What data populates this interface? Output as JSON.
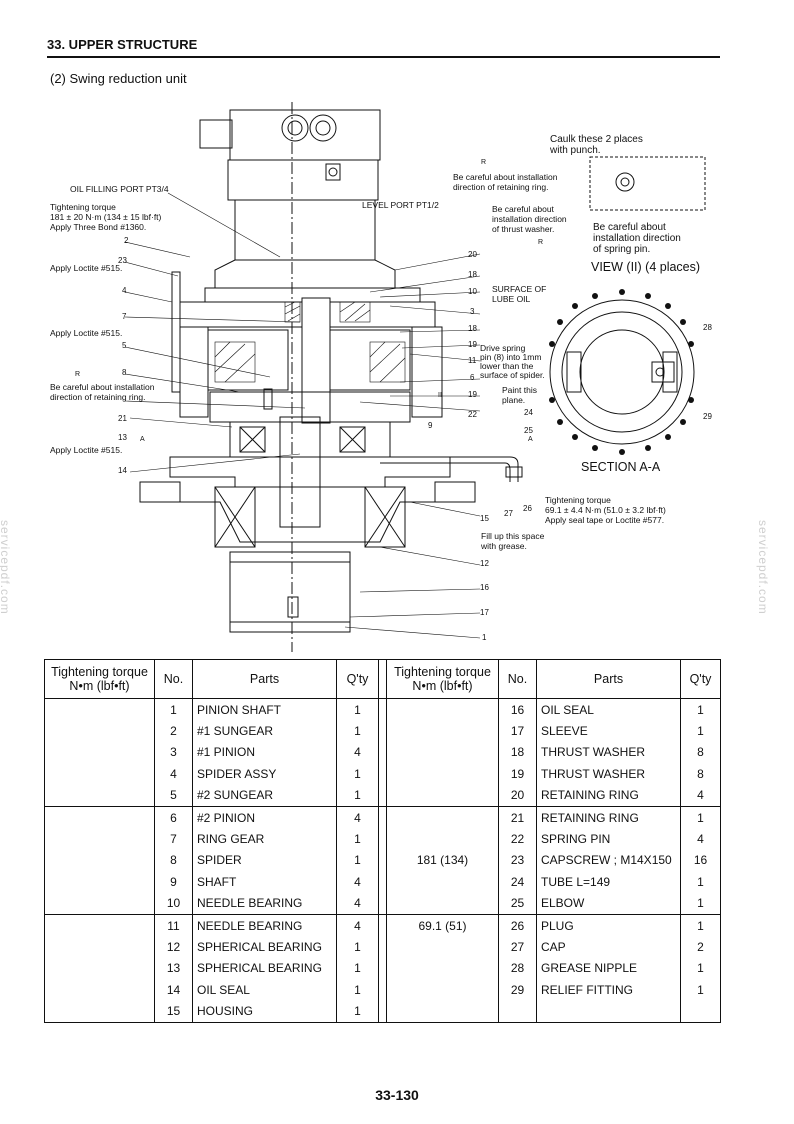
{
  "header": {
    "title": "33. UPPER STRUCTURE"
  },
  "subtitle": "(2)  Swing reduction unit",
  "diagram": {
    "labels": {
      "oil_fill": "OIL FILLING PORT PT3/4",
      "torque1_l1": "Tightening torque",
      "torque1_l2": "181 ± 20 N·m (134 ± 15 lbf·ft)",
      "torque1_l3": "Apply Three Bond #1360.",
      "level_port": "LEVEL PORT PT1/2",
      "careful_ret1_l1": "Be careful about installation",
      "careful_ret1_l2": "direction of retaining ring.",
      "careful_thrust_l1": "Be careful about",
      "careful_thrust_l2": "installation direction",
      "careful_thrust_l3": "of thrust washer.",
      "caulk_l1": "Caulk these 2 places",
      "caulk_l2": "with punch.",
      "careful_spring_l1": "Be careful about",
      "careful_spring_l2": "installation direction",
      "careful_spring_l3": "of spring pin.",
      "view": "VIEW (II) (4 places)",
      "loctite1": "Apply Loctite #515.",
      "loctite2": "Apply Loctite #515.",
      "loctite3": "Apply Loctite #515.",
      "careful_ret2_l1": "Be careful about installation",
      "careful_ret2_l2": "direction of retaining ring.",
      "surface_l1": "SURFACE OF",
      "surface_l2": "LUBE OIL",
      "drive_l1": "Drive spring",
      "drive_l2": "pin (8) into 1mm",
      "drive_l3": "lower than the",
      "drive_l4": "surface of spider.",
      "paint_l1": "Paint this",
      "paint_l2": "plane.",
      "section": "SECTION A-A",
      "torque2_l1": "Tightening torque",
      "torque2_l2": "69.1 ± 4.4 N·m (51.0 ± 3.2 lbf·ft)",
      "torque2_l3": "Apply seal tape or Loctite #577.",
      "fill_l1": "Fill up this space",
      "fill_l2": "with grease.",
      "mark_r1": "R",
      "mark_r2": "R",
      "mark_r3": "R",
      "mark_a1": "A",
      "mark_a2": "A",
      "mark_ii": "II"
    },
    "numbers": {
      "n2": "2",
      "n23": "23",
      "n4": "4",
      "n7": "7",
      "n5": "5",
      "n8": "8",
      "n21": "21",
      "n13": "13",
      "n14": "14",
      "n20": "20",
      "n18a": "18",
      "n10": "10",
      "n3": "3",
      "n18b": "18",
      "n19a": "19",
      "n11": "11",
      "n6": "6",
      "n19b": "19",
      "n22": "22",
      "n9": "9",
      "n24": "24",
      "n25": "25",
      "n26": "26",
      "n27": "27",
      "n15": "15",
      "n12": "12",
      "n16": "16",
      "n17": "17",
      "n1": "1",
      "n28": "28",
      "n29": "29"
    }
  },
  "watermark": "servicepdf.com",
  "table": {
    "headers": {
      "torque_l1": "Tightening torque",
      "torque_l2": "N•m (lbf•ft)",
      "no": "No.",
      "parts": "Parts",
      "qty": "Q'ty"
    },
    "rows": [
      {
        "lt": "",
        "ln": "1",
        "lp": "PINION SHAFT",
        "lq": "1",
        "rt": "",
        "rn": "16",
        "rp": "OIL SEAL",
        "rq": "1"
      },
      {
        "lt": "",
        "ln": "2",
        "lp": "#1 SUNGEAR",
        "lq": "1",
        "rt": "",
        "rn": "17",
        "rp": "SLEEVE",
        "rq": "1"
      },
      {
        "lt": "",
        "ln": "3",
        "lp": "#1 PINION",
        "lq": "4",
        "rt": "",
        "rn": "18",
        "rp": "THRUST WASHER",
        "rq": "8"
      },
      {
        "lt": "",
        "ln": "4",
        "lp": "SPIDER ASSY",
        "lq": "1",
        "rt": "",
        "rn": "19",
        "rp": "THRUST WASHER",
        "rq": "8"
      },
      {
        "lt": "",
        "ln": "5",
        "lp": "#2 SUNGEAR",
        "lq": "1",
        "rt": "",
        "rn": "20",
        "rp": "RETAINING RING",
        "rq": "4"
      },
      {
        "lt": "",
        "ln": "6",
        "lp": "#2 PINION",
        "lq": "4",
        "rt": "",
        "rn": "21",
        "rp": "RETAINING RING",
        "rq": "1"
      },
      {
        "lt": "",
        "ln": "7",
        "lp": "RING GEAR",
        "lq": "1",
        "rt": "",
        "rn": "22",
        "rp": "SPRING PIN",
        "rq": "4"
      },
      {
        "lt": "",
        "ln": "8",
        "lp": "SPIDER",
        "lq": "1",
        "rt": "181 (134)",
        "rn": "23",
        "rp": "CAPSCREW ; M14X150",
        "rq": "16"
      },
      {
        "lt": "",
        "ln": "9",
        "lp": "SHAFT",
        "lq": "4",
        "rt": "",
        "rn": "24",
        "rp": "TUBE  L=149",
        "rq": "1"
      },
      {
        "lt": "",
        "ln": "10",
        "lp": "NEEDLE BEARING",
        "lq": "4",
        "rt": "",
        "rn": "25",
        "rp": "ELBOW",
        "rq": "1"
      },
      {
        "lt": "",
        "ln": "11",
        "lp": "NEEDLE BEARING",
        "lq": "4",
        "rt": "69.1 (51)",
        "rn": "26",
        "rp": "PLUG",
        "rq": "1"
      },
      {
        "lt": "",
        "ln": "12",
        "lp": "SPHERICAL BEARING",
        "lq": "1",
        "rt": "",
        "rn": "27",
        "rp": "CAP",
        "rq": "2"
      },
      {
        "lt": "",
        "ln": "13",
        "lp": "SPHERICAL BEARING",
        "lq": "1",
        "rt": "",
        "rn": "28",
        "rp": "GREASE NIPPLE",
        "rq": "1"
      },
      {
        "lt": "",
        "ln": "14",
        "lp": "OIL SEAL",
        "lq": "1",
        "rt": "",
        "rn": "29",
        "rp": "RELIEF FITTING",
        "rq": "1"
      },
      {
        "lt": "",
        "ln": "15",
        "lp": "HOUSING",
        "lq": "1",
        "rt": "",
        "rn": "",
        "rp": "",
        "rq": ""
      }
    ]
  },
  "page_number": "33-130"
}
